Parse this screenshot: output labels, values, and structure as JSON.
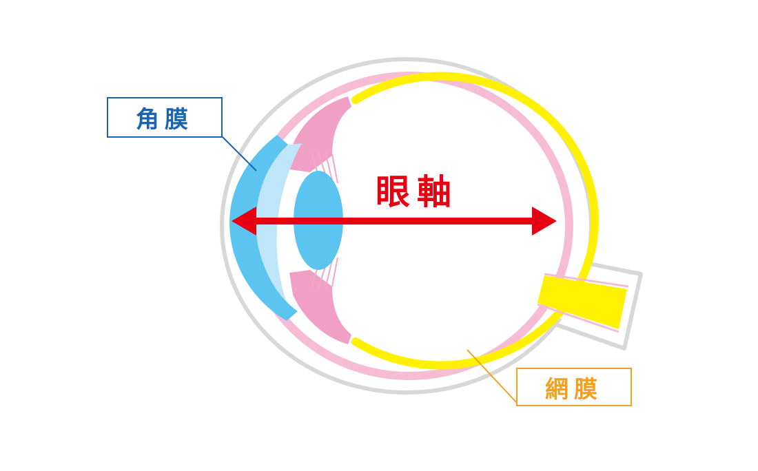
{
  "labels": {
    "cornea": "角膜",
    "retina": "網膜",
    "eye_axis": "眼軸"
  },
  "colors": {
    "sclera_outline": "#d8d8d8",
    "cornea": "#5bc4f1",
    "cornea_inner": "#bfe6f8",
    "lens": "#5bc4f1",
    "ciliary": "#f0a0c4",
    "zonule": "#f4a6c8",
    "choroid": "#f6bcd4",
    "retina": "#fff100",
    "axis_arrow": "#e60012",
    "cornea_label": "#1a64b0",
    "retina_label": "#f3a020"
  }
}
